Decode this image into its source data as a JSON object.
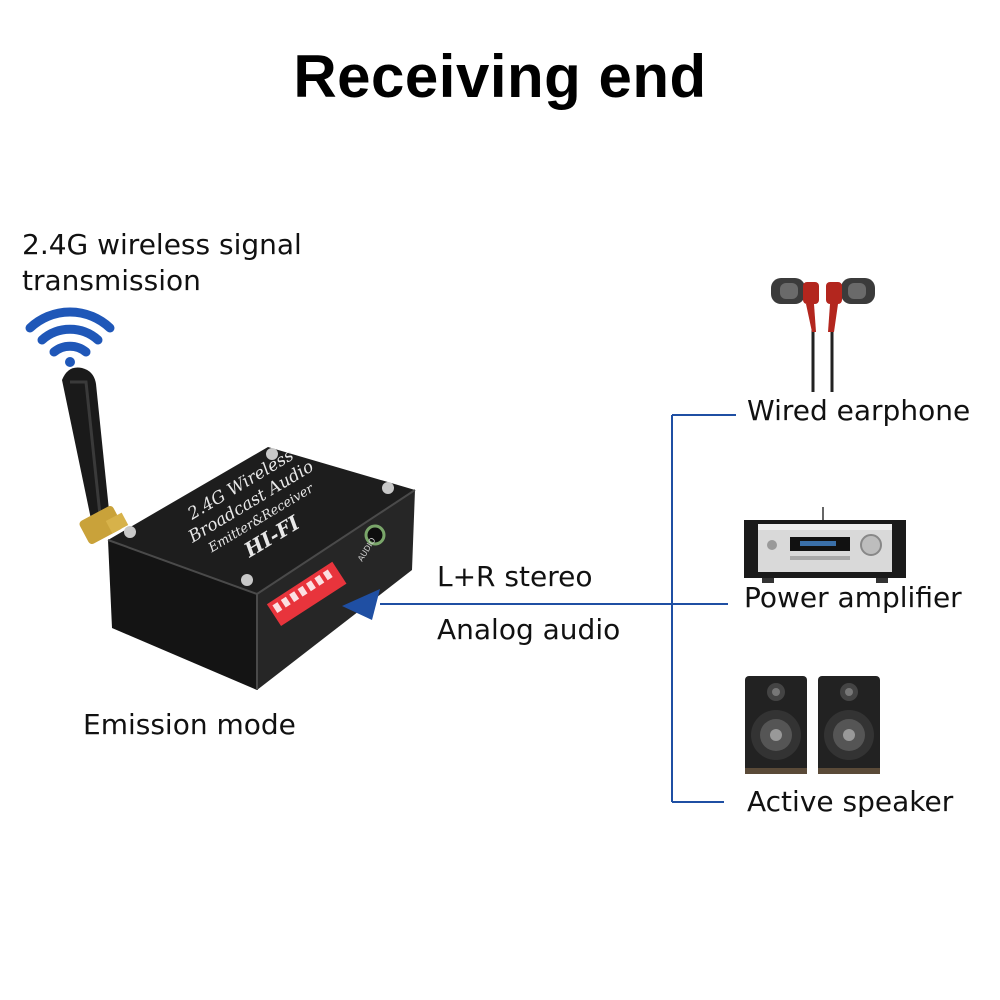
{
  "title": "Receiving end",
  "wireless": {
    "line1": "2.4G wireless signal",
    "line2": "transmission",
    "icon": "wifi-signal-icon"
  },
  "device": {
    "name_line1": "2.4G Wireless",
    "name_line2": "Broadcast Audio",
    "name_line3": "Emitter&Receiver",
    "badge": "HI-FI",
    "port_label": "AUDIO",
    "mode_label": "Emission mode"
  },
  "signal": {
    "line1": "L+R stereo",
    "line2": "Analog audio",
    "arrow_color": "#1f4fa3"
  },
  "outputs": [
    {
      "label": "Wired earphone",
      "icon": "earphone-icon"
    },
    {
      "label": "Power amplifier",
      "icon": "power-amplifier-icon"
    },
    {
      "label": "Active speaker",
      "icon": "speaker-icon"
    }
  ],
  "colors": {
    "connector_line": "#1f4fa3",
    "device_body": "#1b1b1b",
    "dip_switch": "#e8343c",
    "wifi": "#1f57b8"
  }
}
